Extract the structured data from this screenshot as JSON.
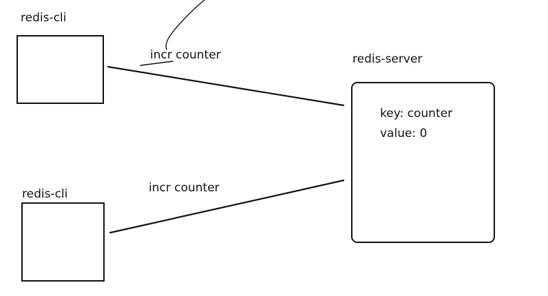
{
  "diagram": {
    "client_top": {
      "label": "redis-cli"
    },
    "client_bottom": {
      "label": "redis-cli"
    },
    "server": {
      "label": "redis-server",
      "key_line": "key: counter",
      "value_line": "value: 0"
    },
    "edge_top": {
      "label": "incr counter"
    },
    "edge_bottom": {
      "label": "incr counter"
    },
    "stroke_color": "#111111"
  }
}
